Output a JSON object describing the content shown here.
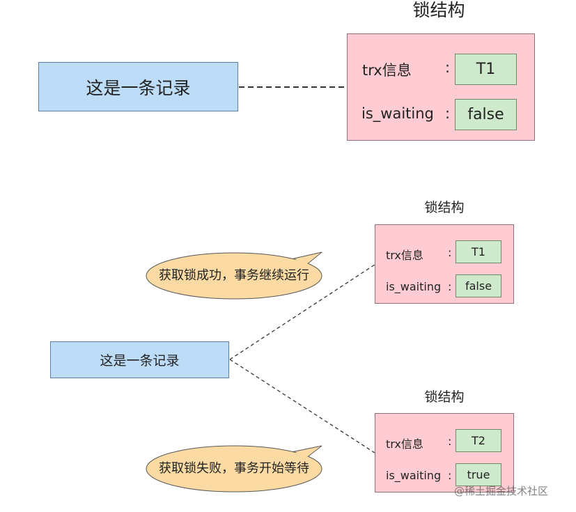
{
  "top": {
    "lock_title": "锁结构",
    "record_text": "这是一条记录",
    "field1_label": "trx信息",
    "field1_colon": ":",
    "field1_value": "T1",
    "field2_label": "is_waiting",
    "field2_colon": ":",
    "field2_value": "false"
  },
  "bottom": {
    "record_text": "这是一条记录",
    "lock1": {
      "title": "锁结构",
      "field1_label": "trx信息",
      "field1_colon": ":",
      "field1_value": "T1",
      "field2_label": "is_waiting",
      "field2_colon": ":",
      "field2_value": "false"
    },
    "lock2": {
      "title": "锁结构",
      "field1_label": "trx信息",
      "field1_colon": ":",
      "field1_value": "T2",
      "field2_label": "is_waiting",
      "field2_colon": ":",
      "field2_value": "true"
    },
    "bubble_success": "获取锁成功，事务继续运行",
    "bubble_fail": "获取锁失败，事务开始等待"
  },
  "watermark": "@稀土掘金技术社区",
  "colors": {
    "record_fill": "#bcdcf7",
    "lock_fill": "#ffccd4",
    "value_fill": "#cfe9cc",
    "bubble_fill": "#fbdba3"
  }
}
